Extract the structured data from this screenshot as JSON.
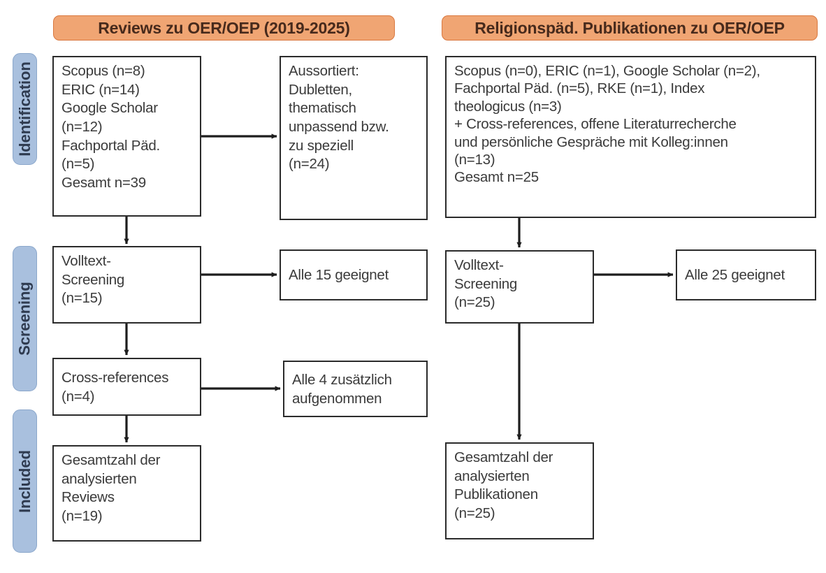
{
  "figure": {
    "type": "prisma-flow-diagram",
    "language": "de"
  },
  "columns": [
    {
      "id": "reviews",
      "header": "Reviews zu OER/OEP (2019-2025)"
    },
    {
      "id": "religionspaed",
      "header": "Religionspäd. Publikationen zu OER/OEP"
    }
  ],
  "stages": [
    {
      "id": "identification",
      "label": "Identification"
    },
    {
      "id": "screening",
      "label": "Screening"
    },
    {
      "id": "included",
      "label": "Included"
    }
  ],
  "boxes": {
    "left_sources": "Scopus (n=8)\nERIC (n=14)\nGoogle Scholar\n(n=12)\nFachportal Päd.\n(n=5)\nGesamt n=39",
    "left_excluded": "Aussortiert:\nDubletten,\nthematisch\nunpassend bzw.\nzu speziell\n(n=24)",
    "left_fulltext": "Volltext-\nScreening\n(n=15)",
    "left_eligible": "Alle 15 geeignet",
    "left_crossrefs": "Cross-references\n(n=4)",
    "left_crossrefs_added": "Alle 4 zusätzlich\naufgenommen",
    "left_included": "Gesamtzahl der\nanalysierten\nReviews\n(n=19)",
    "right_sources": "Scopus (n=0), ERIC (n=1), Google Scholar (n=2),\nFachportal Päd. (n=5), RKE (n=1), Index\ntheologicus (n=3)\n+ Cross-references, offene Literaturrecherche\nund persönliche Gespräche mit Kolleg:innen\n(n=13)\nGesamt n=25",
    "right_fulltext": "Volltext-\nScreening\n(n=25)",
    "right_eligible": "Alle 25 geeignet",
    "right_included": "Gesamtzahl der\nanalysierten\nPublikationen\n(n=25)"
  },
  "counts": {
    "left_scopus": 8,
    "left_eric": 14,
    "left_google_scholar": 12,
    "left_fachportal": 5,
    "left_total": 39,
    "left_excluded": 24,
    "left_fulltext_screened": 15,
    "left_eligible": 15,
    "left_crossrefs": 4,
    "left_crossrefs_added": 4,
    "left_included": 19,
    "right_scopus": 0,
    "right_eric": 1,
    "right_google_scholar": 2,
    "right_fachportal": 5,
    "right_rke": 1,
    "right_index_theologicus": 3,
    "right_additional": 13,
    "right_total": 25,
    "right_fulltext_screened": 25,
    "right_eligible": 25,
    "right_included": 25
  },
  "colors": {
    "header_fill": "#f0a573",
    "header_border": "#d9783f",
    "header_text": "#472a1c",
    "rail_fill": "#a9c0de",
    "rail_border": "#8ba7cb",
    "rail_text": "#2f3b50",
    "box_border": "#2b2b2b",
    "box_text": "#3b3b3b",
    "background": "#ffffff"
  }
}
